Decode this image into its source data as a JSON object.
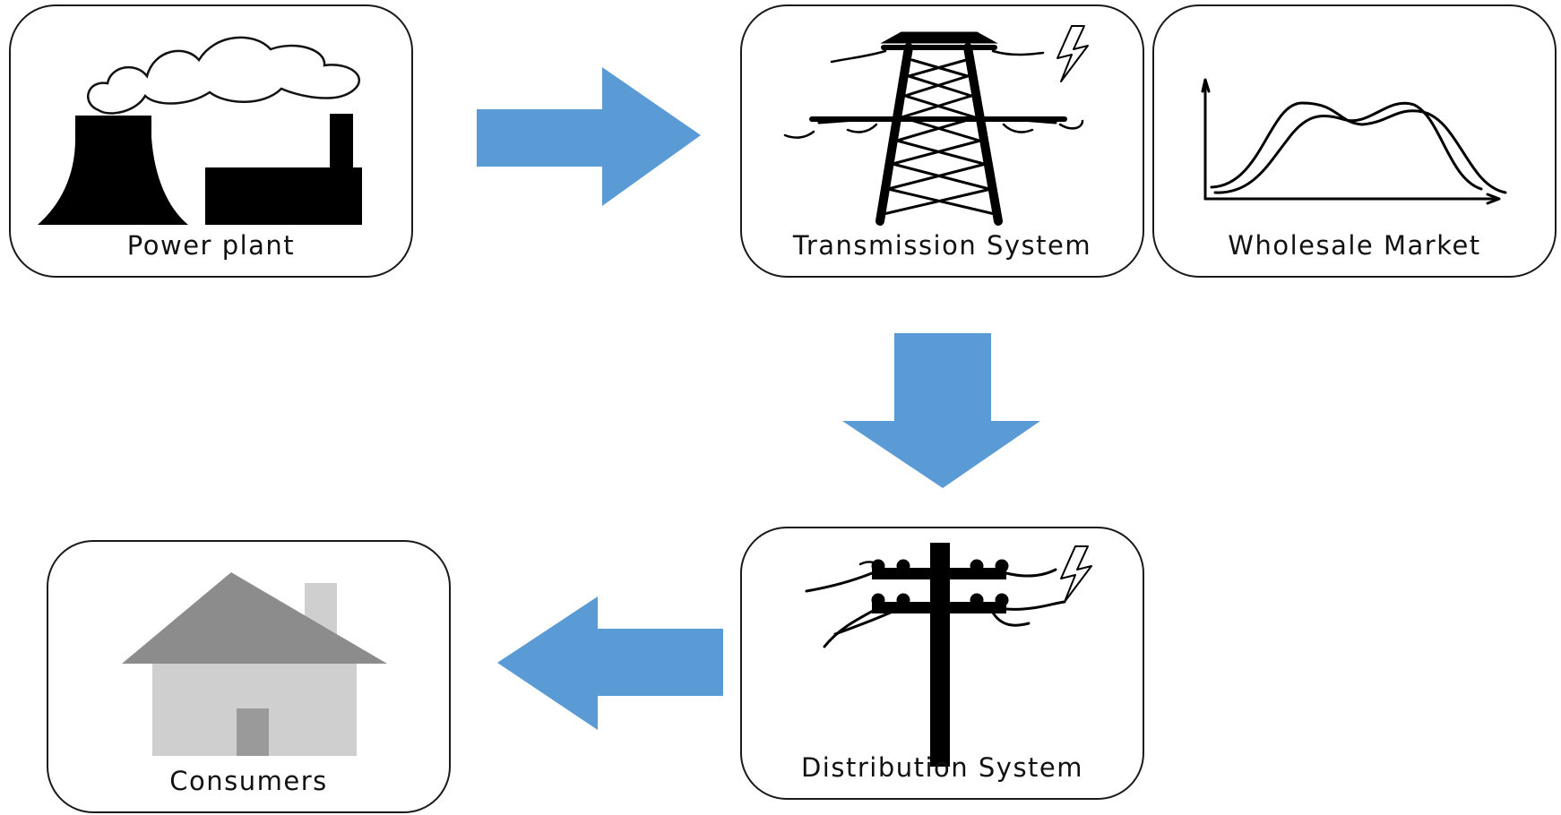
{
  "nodes": {
    "power_plant": {
      "label": "Power plant",
      "icon": "power-plant-icon"
    },
    "transmission": {
      "label": "Transmission System",
      "icon": "transmission-tower-icon"
    },
    "wholesale": {
      "label": "Wholesale Market",
      "icon": "supply-demand-curves-icon"
    },
    "distribution": {
      "label": "Distribution System",
      "icon": "utility-pole-icon"
    },
    "consumers": {
      "label": "Consumers",
      "icon": "house-icon"
    }
  },
  "flow": [
    {
      "from": "Power plant",
      "to": "Transmission System"
    },
    {
      "from": "Transmission System",
      "to": "Distribution System"
    },
    {
      "from": "Distribution System",
      "to": "Consumers"
    }
  ],
  "colors": {
    "arrow": "#5b9bd5",
    "border": "#1a1a1a",
    "house_roof": "#8c8c8c",
    "house_wall": "#cfcfcf",
    "house_door": "#9a9a9a"
  }
}
